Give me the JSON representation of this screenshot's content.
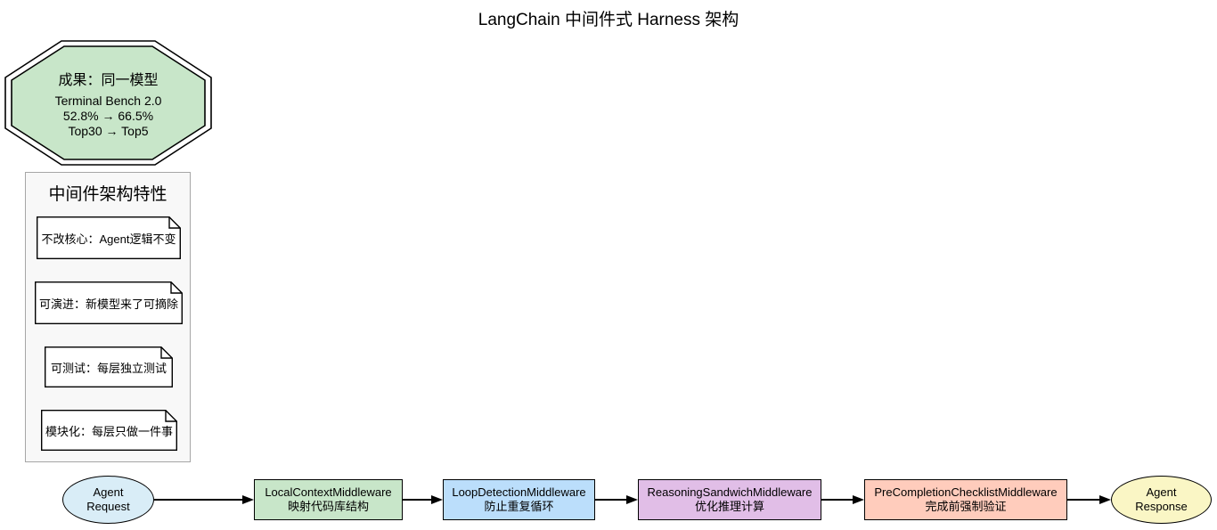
{
  "title": "LangChain 中间件式 Harness 架构",
  "result_badge": {
    "fill": "#C8E6C9",
    "headline": "成果：同一模型",
    "lines": [
      "Terminal Bench 2.0",
      "52.8% → 66.5%",
      "Top30 → Top5"
    ]
  },
  "features_cluster": {
    "title": "中间件架构特性",
    "notes": [
      {
        "text": "不改核心：Agent逻辑不变"
      },
      {
        "text": "可演进：新模型来了可摘除"
      },
      {
        "text": "可测试：每层独立测试"
      },
      {
        "text": "模块化：每层只做一件事"
      }
    ]
  },
  "pipeline": {
    "start": {
      "line1": "Agent",
      "line2": "Request",
      "fill": "#D9EDF7"
    },
    "middlewares": [
      {
        "name": "LocalContextMiddleware",
        "desc": "映射代码库结构",
        "fill": "#C8E6C9"
      },
      {
        "name": "LoopDetectionMiddleware",
        "desc": "防止重复循环",
        "fill": "#BBDEFB"
      },
      {
        "name": "ReasoningSandwichMiddleware",
        "desc": "优化推理计算",
        "fill": "#E1BEE7"
      },
      {
        "name": "PreCompletionChecklistMiddleware",
        "desc": "完成前强制验证",
        "fill": "#FFCCBC"
      }
    ],
    "end": {
      "line1": "Agent",
      "line2": "Response",
      "fill": "#FAF6C5"
    }
  }
}
